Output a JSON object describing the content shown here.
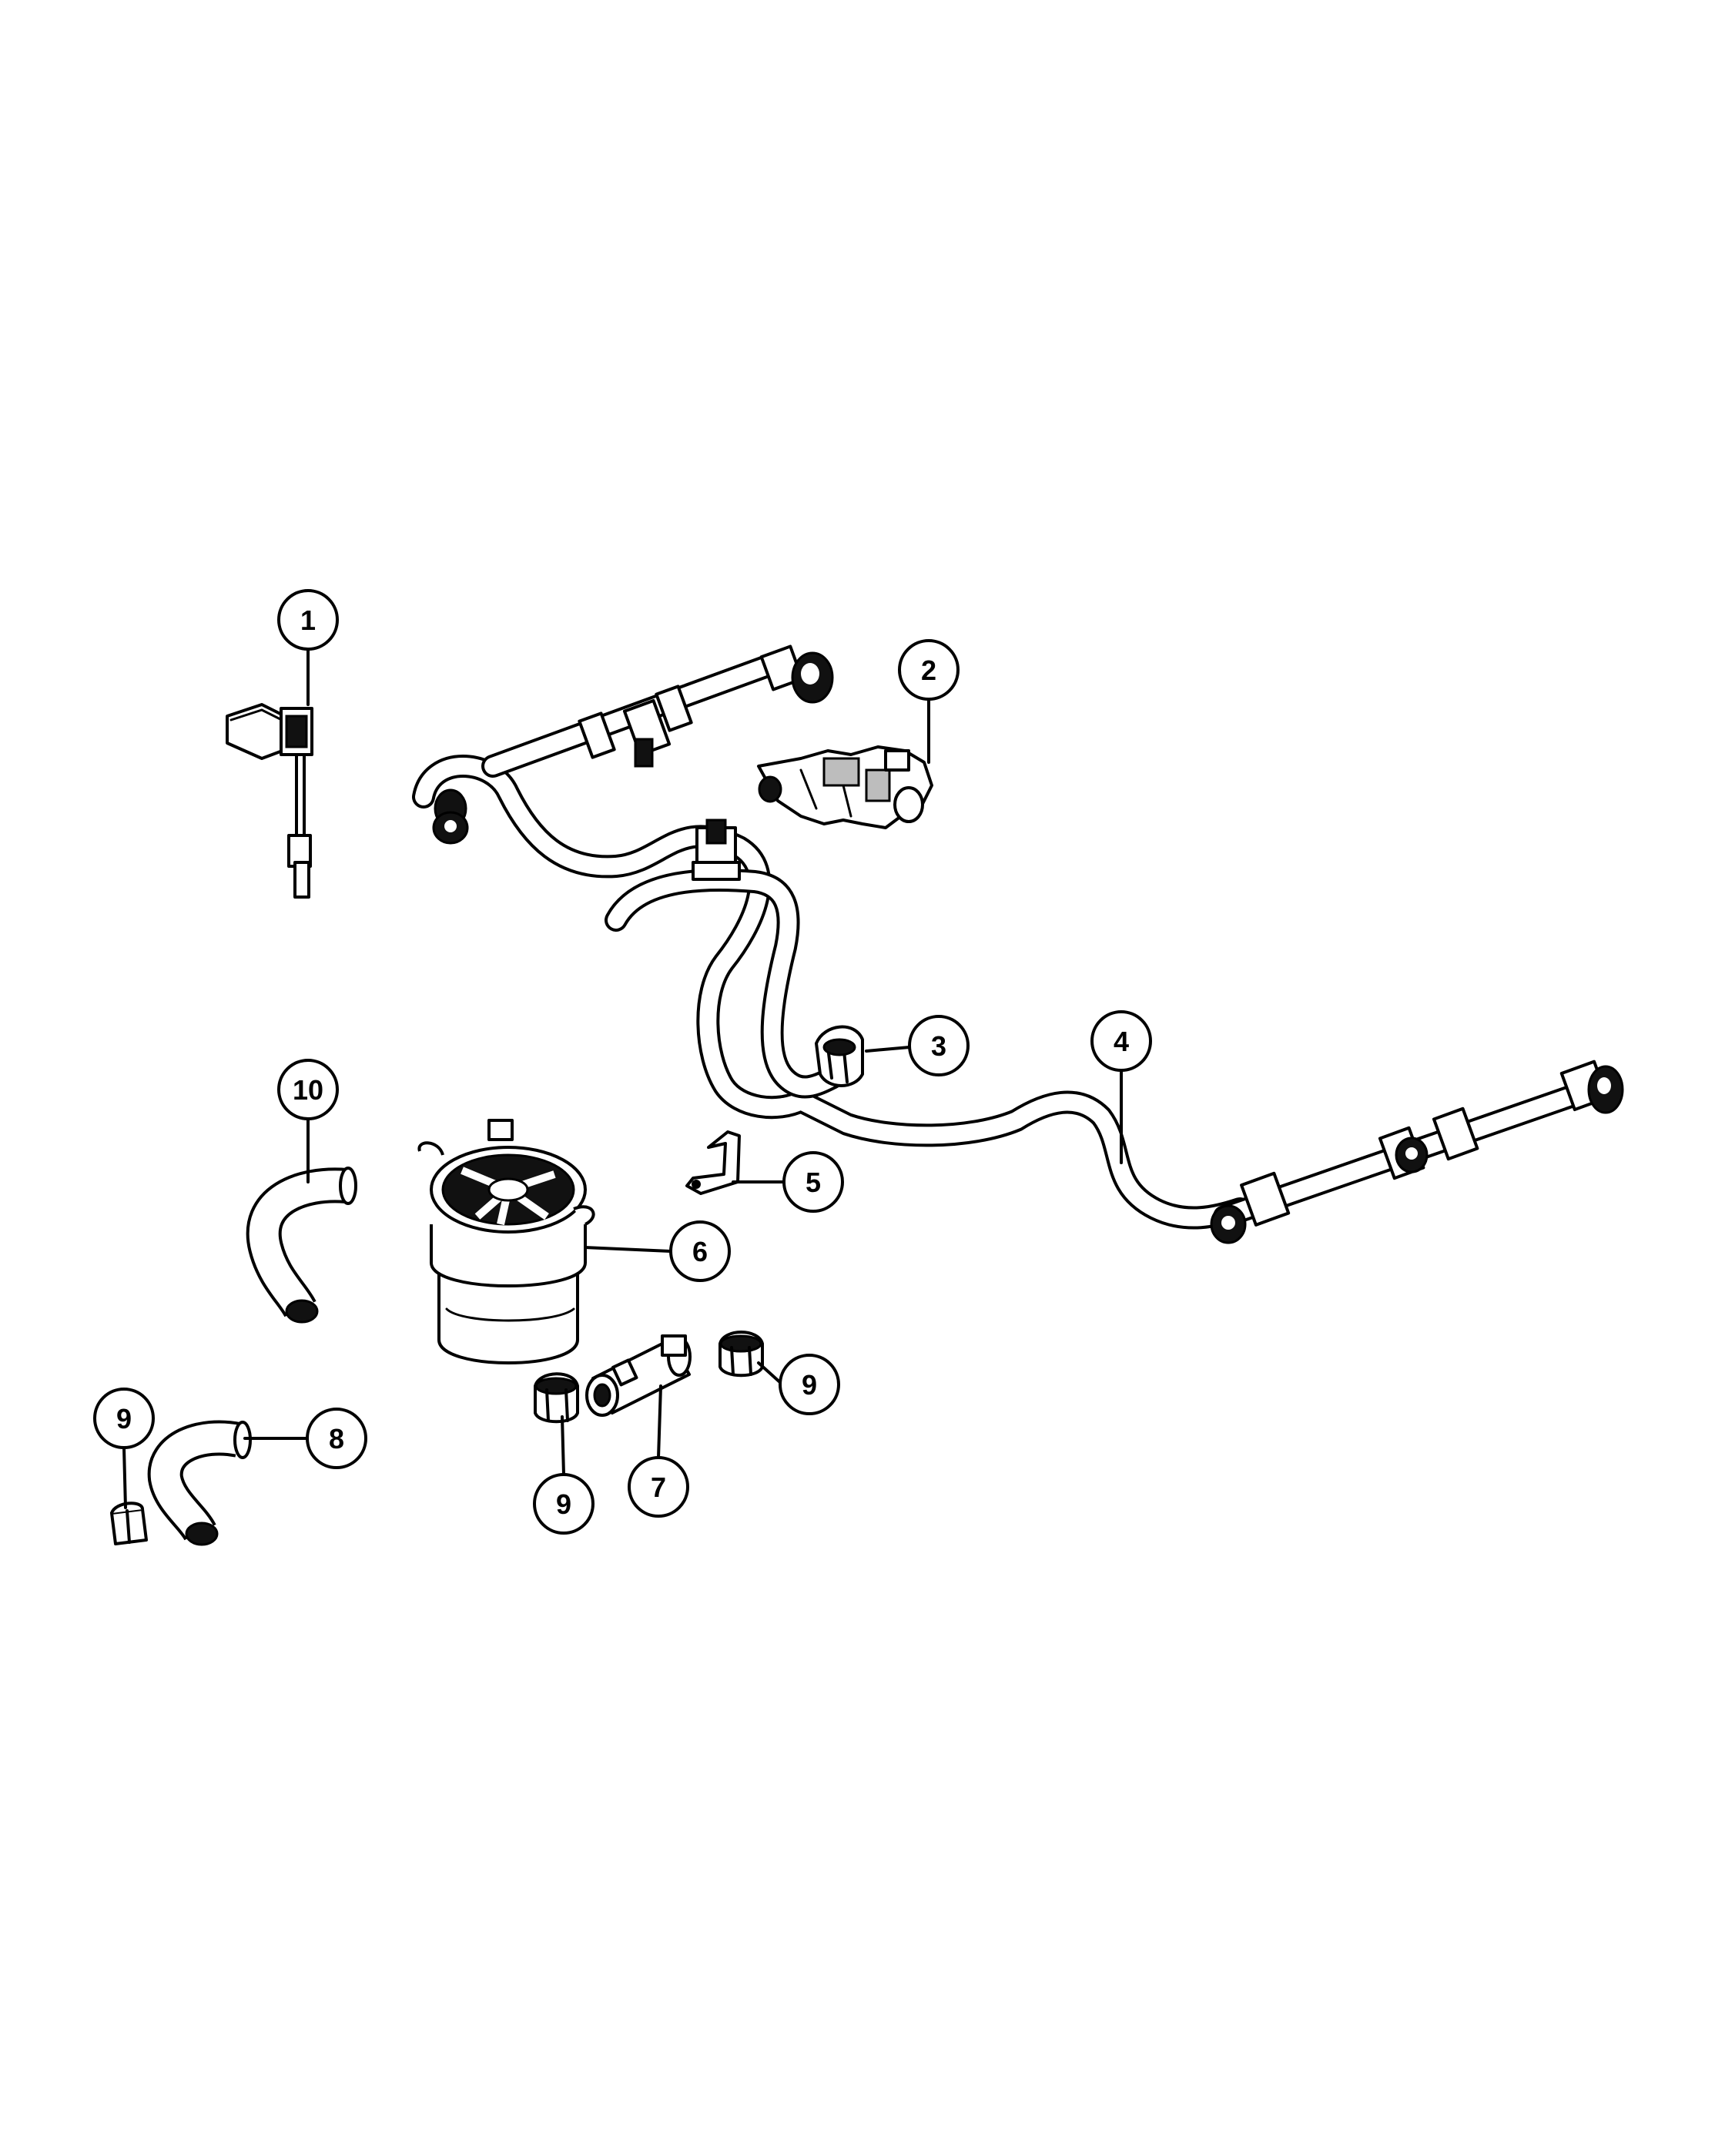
{
  "diagram": {
    "callouts": [
      {
        "id": "c1",
        "label": "1"
      },
      {
        "id": "c2",
        "label": "2"
      },
      {
        "id": "c3",
        "label": "3"
      },
      {
        "id": "c4",
        "label": "4"
      },
      {
        "id": "c5",
        "label": "5"
      },
      {
        "id": "c6",
        "label": "6"
      },
      {
        "id": "c7",
        "label": "7"
      },
      {
        "id": "c8",
        "label": "8"
      },
      {
        "id": "c9a",
        "label": "9"
      },
      {
        "id": "c9b",
        "label": "9"
      },
      {
        "id": "c9c",
        "label": "9"
      },
      {
        "id": "c10",
        "label": "10"
      }
    ]
  }
}
